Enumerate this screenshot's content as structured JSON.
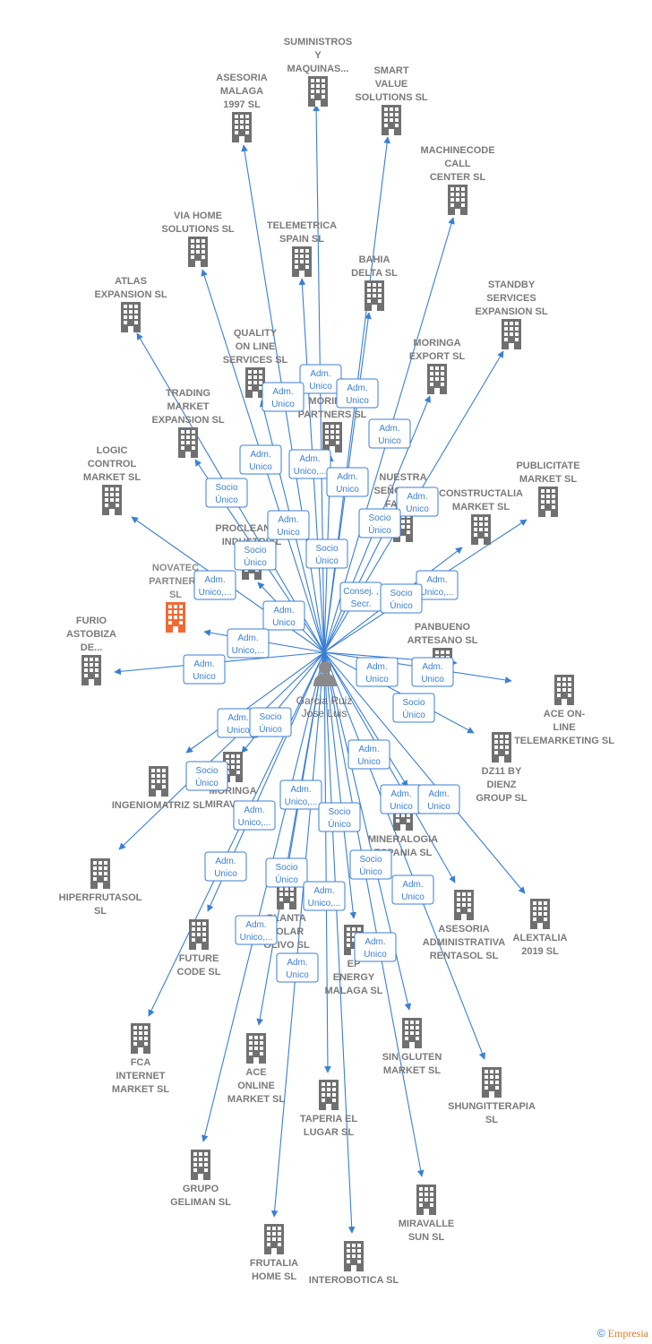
{
  "center": {
    "name_lines": [
      "Garcia Ruiz",
      "Jose Luis"
    ],
    "icon": "person-icon"
  },
  "colors": {
    "edge": "#3a7fd5",
    "building": "#707070",
    "highlight_building": "#f06a35",
    "label": "#7a7a7a"
  },
  "credit": {
    "symbol": "©",
    "brand": "Empresia"
  },
  "nodes": [
    {
      "id": "suministros",
      "label_lines": [
        "SUMINISTROS",
        "Y",
        "MAQUINAS..."
      ]
    },
    {
      "id": "asesoria_malaga",
      "label_lines": [
        "ASESORIA",
        "MALAGA",
        "1997 SL"
      ]
    },
    {
      "id": "smart_value",
      "label_lines": [
        "SMART",
        "VALUE",
        "SOLUTIONS SL"
      ]
    },
    {
      "id": "machinecode",
      "label_lines": [
        "MACHINECODE",
        "CALL",
        "CENTER SL"
      ]
    },
    {
      "id": "via_home",
      "label_lines": [
        "VIA HOME",
        "SOLUTIONS SL"
      ]
    },
    {
      "id": "telemetrica",
      "label_lines": [
        "TELEMETRICA",
        "SPAIN SL"
      ]
    },
    {
      "id": "bahia_delta",
      "label_lines": [
        "BAHIA",
        "DELTA SL"
      ]
    },
    {
      "id": "atlas",
      "label_lines": [
        "ATLAS",
        "EXPANSION SL"
      ]
    },
    {
      "id": "standby",
      "label_lines": [
        "STANDBY",
        "SERVICES",
        "EXPANSION SL"
      ]
    },
    {
      "id": "quality",
      "label_lines": [
        "QUALITY",
        "ON LINE",
        "SERVICES SL"
      ]
    },
    {
      "id": "moringa_export",
      "label_lines": [
        "MORINGA",
        "EXPORT SL"
      ]
    },
    {
      "id": "trading",
      "label_lines": [
        "TRADING",
        "MARKET",
        "EXPANSION SL"
      ]
    },
    {
      "id": "moringa_partners",
      "label_lines": [
        "MORINGA",
        "PARTNERS SL"
      ]
    },
    {
      "id": "logic_control",
      "label_lines": [
        "LOGIC",
        "CONTROL",
        "MARKET SL"
      ]
    },
    {
      "id": "nuestra_senora",
      "label_lines": [
        "NUESTRA",
        "SEÑORA DE",
        "FATIMA"
      ]
    },
    {
      "id": "publicitate",
      "label_lines": [
        "PUBLICITATE",
        "MARKET SL"
      ]
    },
    {
      "id": "constructalia",
      "label_lines": [
        "CONSTRUCTALIA",
        "MARKET SL"
      ]
    },
    {
      "id": "procleaning",
      "label_lines": [
        "PROCLEANING",
        "INDUSTRIAL"
      ]
    },
    {
      "id": "novatec",
      "label_lines": [
        "NOVATEC",
        "PARTNERS",
        "SL"
      ]
    },
    {
      "id": "furio",
      "label_lines": [
        "FURIO",
        "ASTOBIZA",
        "DE..."
      ]
    },
    {
      "id": "panbueno",
      "label_lines": [
        "PANBUENO",
        "ARTESANO SL"
      ]
    },
    {
      "id": "ace_on_line",
      "label_lines": [
        "ACE ON-",
        "LINE",
        "TELEMARKETING SL"
      ]
    },
    {
      "id": "dz11",
      "label_lines": [
        "DZ11 BY",
        "DIENZ",
        "GROUP SL"
      ]
    },
    {
      "id": "ingeniomatriz",
      "label_lines": [
        "INGENIOMATRIZ SL"
      ]
    },
    {
      "id": "moringa_miravalle",
      "label_lines": [
        "MORINGA",
        "MIRAVALLE"
      ]
    },
    {
      "id": "mineralogia",
      "label_lines": [
        "MINERALOGIA",
        "ESPANIA SL"
      ]
    },
    {
      "id": "hiperfrutasol",
      "label_lines": [
        "HIPERFRUTASOL",
        "SL"
      ]
    },
    {
      "id": "alextalia",
      "label_lines": [
        "ALEXTALIA",
        "2019 SL"
      ]
    },
    {
      "id": "asesoria_rentasol",
      "label_lines": [
        "ASESORIA",
        "ADMINISTRATIVA",
        "RENTASOL SL"
      ]
    },
    {
      "id": "future_code",
      "label_lines": [
        "FUTURE",
        "CODE SL"
      ]
    },
    {
      "id": "planta_olivo",
      "label_lines": [
        "PLANTA",
        "SOLAR",
        "OLIVO SL"
      ]
    },
    {
      "id": "energy_malaga",
      "label_lines": [
        "EP",
        "ENERGY",
        "MALAGA SL"
      ]
    },
    {
      "id": "fca",
      "label_lines": [
        "FCA",
        "INTERNET",
        "MARKET SL"
      ]
    },
    {
      "id": "sin_gluten",
      "label_lines": [
        "SIN GLUTEN",
        "MARKET SL"
      ]
    },
    {
      "id": "ace_online",
      "label_lines": [
        "ACE",
        "ONLINE",
        "MARKET SL"
      ]
    },
    {
      "id": "shungitterapia",
      "label_lines": [
        "SHUNGITTERAPIA",
        "SL"
      ]
    },
    {
      "id": "taperia",
      "label_lines": [
        "TAPERIA EL",
        "LUGAR SL"
      ]
    },
    {
      "id": "grupo_geliman",
      "label_lines": [
        "GRUPO",
        "GELIMAN SL"
      ]
    },
    {
      "id": "miravalle_sun",
      "label_lines": [
        "MIRAVALLE",
        "SUN SL"
      ]
    },
    {
      "id": "frutalia",
      "label_lines": [
        "FRUTALIA",
        "HOME SL"
      ]
    },
    {
      "id": "interobotica",
      "label_lines": [
        "INTEROBOTICA SL"
      ]
    }
  ],
  "tags": [
    {
      "lines": [
        "Adm.",
        "Unico"
      ]
    },
    {
      "lines": [
        "Adm.",
        "Unico"
      ]
    },
    {
      "lines": [
        "Adm.",
        "Unico"
      ]
    },
    {
      "lines": [
        "Adm.",
        "Unico"
      ]
    },
    {
      "lines": [
        "Adm.",
        "Unico"
      ]
    },
    {
      "lines": [
        "Adm.",
        "Unico,..."
      ]
    },
    {
      "lines": [
        "Adm.",
        "Unico"
      ]
    },
    {
      "lines": [
        "Socio",
        "Único"
      ]
    },
    {
      "lines": [
        "Adm.",
        "Unico"
      ]
    },
    {
      "lines": [
        "Socio",
        "Único"
      ]
    },
    {
      "lines": [
        "Adm.",
        "Unico"
      ]
    },
    {
      "lines": [
        "Socio",
        "Único"
      ]
    },
    {
      "lines": [
        "Socio",
        "Único"
      ]
    },
    {
      "lines": [
        "Adm.",
        "Unico,..."
      ]
    },
    {
      "lines": [
        "Adm.",
        "Unico,..."
      ]
    },
    {
      "lines": [
        "Consej. ,",
        "Secr."
      ]
    },
    {
      "lines": [
        "Socio",
        "Único"
      ]
    },
    {
      "lines": [
        "Adm.",
        "Unico"
      ]
    },
    {
      "lines": [
        "Adm.",
        "Unico,..."
      ]
    },
    {
      "lines": [
        "Adm.",
        "Unico"
      ]
    },
    {
      "lines": [
        "Adm.",
        "Unico"
      ]
    },
    {
      "lines": [
        "Adm.",
        "Unico"
      ]
    },
    {
      "lines": [
        "Socio",
        "Único"
      ]
    },
    {
      "lines": [
        "Adm.",
        "Unico"
      ]
    },
    {
      "lines": [
        "Socio",
        "Único"
      ]
    },
    {
      "lines": [
        "Adm.",
        "Unico"
      ]
    },
    {
      "lines": [
        "Socio",
        "Único"
      ]
    },
    {
      "lines": [
        "Adm.",
        "Unico"
      ]
    },
    {
      "lines": [
        "Adm.",
        "Unico"
      ]
    },
    {
      "lines": [
        "Adm.",
        "Unico,..."
      ]
    },
    {
      "lines": [
        "Adm.",
        "Unico,..."
      ]
    },
    {
      "lines": [
        "Socio",
        "Único"
      ]
    },
    {
      "lines": [
        "Adm.",
        "Unico"
      ]
    },
    {
      "lines": [
        "Socio",
        "Único"
      ]
    },
    {
      "lines": [
        "Socio",
        "Único"
      ]
    },
    {
      "lines": [
        "Adm.",
        "Unico"
      ]
    },
    {
      "lines": [
        "Adm.",
        "Unico,..."
      ]
    },
    {
      "lines": [
        "Adm.",
        "Unico,..."
      ]
    },
    {
      "lines": [
        "Adm.",
        "Unico"
      ]
    },
    {
      "lines": [
        "Adm.",
        "Unico"
      ]
    }
  ]
}
